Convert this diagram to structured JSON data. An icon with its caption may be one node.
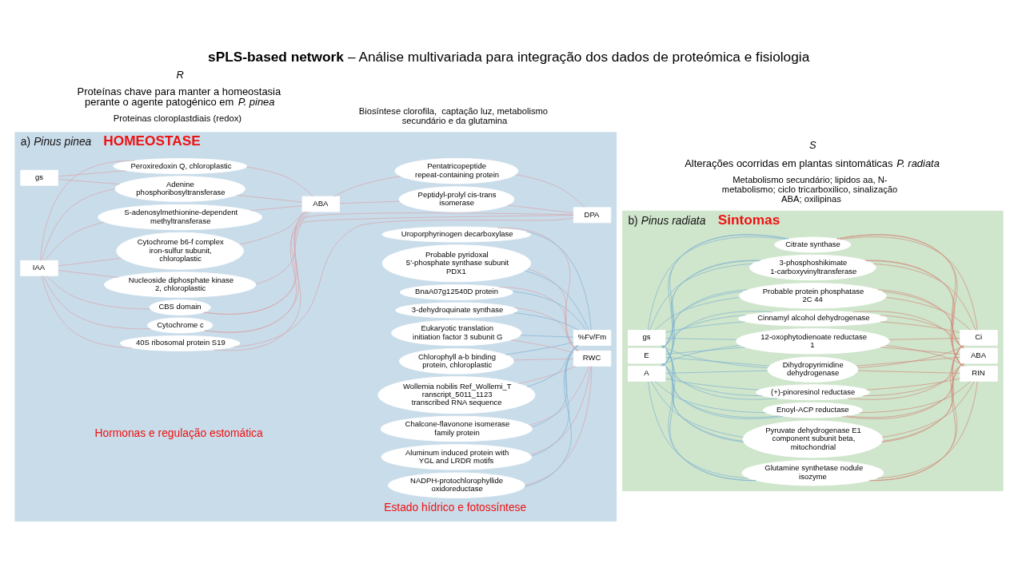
{
  "diagram": {
    "title": "**sPLS-based network** – Análise multivariada para integração dos dados de proteómica e fisiologia",
    "nodes": [
      {
        "text": [
          "a) *Pinus pinea*",
          "HOMEOSTASE"
        ]
      },
      {
        "text": [
          "IAA"
        ],
        "in": 0
      },
      {
        "text": [
          "gs"
        ],
        "in": 0
      },
      {
        "text": [
          "S-adenosylmethionine-dependent methyltransferase"
        ],
        "in": 0
      },
      {
        "text": [
          "Nucleoside diphosphate kinase 2, chloroplastic"
        ],
        "in": 0
      },
      {
        "text": [
          "Cytochrome b6-f complex iron-sulfur subunit, chloroplastic"
        ],
        "in": 0
      },
      {
        "text": [
          "40S ribosomal protein S19"
        ],
        "in": 0
      },
      {
        "text": [
          "Cytochrome c"
        ],
        "in": 0
      },
      {
        "text": [
          "CBS domain"
        ],
        "in": 0
      },
      {
        "text": [
          "Peroxiredoxin Q, chloroplastic"
        ],
        "in": 0
      },
      {
        "text": [
          "Adenine phosphoribosyltransferase"
        ],
        "in": 0
      },
      {
        "text": [
          "ABA"
        ],
        "in": 0
      },
      {
        "text": [
          "Pentatricopeptide repeat-containing protein"
        ],
        "in": 0
      },
      {
        "text": [
          "Peptidyl-prolyl cis-trans isomerase"
        ],
        "in": 0
      },
      {
        "text": [
          "DPA"
        ],
        "in": 0
      },
      {
        "text": [
          "Chlorophyll a-b binding protein, chloroplastic"
        ],
        "in": 0
      },
      {
        "text": [
          "Wollemia nobilis Ref_Wollemi_Transcript_5011_1123 transcribed RNA sequence"
        ],
        "in": 0
      },
      {
        "text": [
          "Chalcone-flavonone isomerase family protein"
        ],
        "in": 0
      },
      {
        "text": [
          "Aluminum induced protein with YGL and LRDR motifs"
        ],
        "in": 0
      },
      {
        "text": [
          "NADPH-protochlorophyllide oxidoreductase"
        ],
        "in": 0
      },
      {
        "text": [
          "Uroporphyrinogen decarboxylase"
        ],
        "in": 0
      },
      {
        "text": [
          "Probable pyridoxal 5'-phosphate synthase subunit PDX1"
        ],
        "in": 0
      },
      {
        "text": [
          "BnaA07g12540D protein"
        ],
        "in": 0
      },
      {
        "text": [
          "3-dehydroquinate synthase"
        ],
        "in": 0
      },
      {
        "text": [
          "Eukaryotic translation initiation factor 3 subunit G"
        ],
        "in": 0
      },
      {
        "text": [
          "RWC"
        ],
        "in": 0
      },
      {
        "text": [
          "%Fv/Fm"
        ],
        "in": 0
      },
      {
        "text": [
          "b) *Pinus radiata*",
          "Sintomas"
        ]
      },
      {
        "text": [
          "gs"
        ],
        "in": 27
      },
      {
        "text": [
          "E"
        ],
        "in": 27
      },
      {
        "text": [
          "A"
        ],
        "in": 27
      },
      {
        "text": [
          "12-oxophytodienoate reductase 1"
        ],
        "in": 27
      },
      {
        "text": [
          "Cinnamyl alcohol dehydrogenase"
        ],
        "in": 27
      },
      {
        "text": [
          "Probable protein phosphatase 2C 44"
        ],
        "in": 27
      },
      {
        "text": [
          "3-phosphoshikimate 1-carboxyvinyltransferase"
        ],
        "in": 27
      },
      {
        "text": [
          "Citrate synthase"
        ],
        "in": 27
      },
      {
        "text": [
          "Glutamine synthetase nodule isozyme"
        ],
        "in": 27
      },
      {
        "text": [
          "Pyruvate dehydrogenase E1 component subunit beta, mitochondrial"
        ],
        "in": 27
      },
      {
        "text": [
          "Enoyl-ACP reductase"
        ],
        "in": 27
      },
      {
        "text": [
          "(+)-pinoresinol reductase"
        ],
        "in": 27
      },
      {
        "text": [
          "Dihydropyrimidine dehydrogenase"
        ],
        "in": 27
      },
      {
        "text": [
          "RIN"
        ],
        "in": 27
      },
      {
        "text": [
          "ABA"
        ],
        "in": 27
      },
      {
        "text": [
          "Ci"
        ],
        "in": 27
      }
    ],
    "edges": [
      {
        "from": 1,
        "to": 3,
        "arrow": "none",
        "color": "#d9a3a8"
      },
      {
        "from": 1,
        "to": 4,
        "arrow": "none",
        "color": "#d9a3a8"
      },
      {
        "from": 1,
        "to": 5,
        "arrow": "none",
        "color": "#d9a3a8"
      },
      {
        "from": 1,
        "to": 6,
        "arrow": "none",
        "color": "#d9a3a8"
      },
      {
        "from": 1,
        "to": 7,
        "arrow": "none",
        "color": "#d9a3a8"
      },
      {
        "from": 1,
        "to": 8,
        "arrow": "none",
        "color": "#d9a3a8"
      },
      {
        "from": 1,
        "to": 9,
        "arrow": "none",
        "color": "#d9a3a8"
      },
      {
        "from": 1,
        "to": 10,
        "arrow": "none",
        "color": "#d9a3a8"
      },
      {
        "from": 2,
        "to": 9,
        "arrow": "none",
        "color": "#d9a3a8"
      },
      {
        "from": 2,
        "to": 10,
        "arrow": "none",
        "color": "#d9a3a8"
      },
      {
        "from": 3,
        "to": 11,
        "arrow": "none",
        "color": "#d9a3a8"
      },
      {
        "from": 4,
        "to": 11,
        "arrow": "none",
        "color": "#d9a3a8"
      },
      {
        "from": 5,
        "to": 11,
        "arrow": "none",
        "color": "#d9a3a8"
      },
      {
        "from": 6,
        "to": 11,
        "arrow": "none",
        "color": "#d9a3a8"
      },
      {
        "from": 7,
        "to": 11,
        "arrow": "none",
        "color": "#d9a3a8"
      },
      {
        "from": 8,
        "to": 11,
        "arrow": "none",
        "color": "#d9a3a8"
      },
      {
        "from": 9,
        "to": 11,
        "arrow": "none",
        "color": "#d9a3a8"
      },
      {
        "from": 10,
        "to": 11,
        "arrow": "none",
        "color": "#d9a3a8"
      },
      {
        "from": 6,
        "to": 14,
        "arrow": "none",
        "color": "#d9a3a8"
      },
      {
        "from": 7,
        "to": 14,
        "arrow": "none",
        "color": "#d9a3a8"
      },
      {
        "from": 8,
        "to": 14,
        "arrow": "none",
        "color": "#d9a3a8"
      },
      {
        "from": 11,
        "to": 12,
        "arrow": "none",
        "color": "#d9a3a8"
      },
      {
        "from": 11,
        "to": 13,
        "arrow": "none",
        "color": "#d9a3a8"
      },
      {
        "from": 12,
        "to": 14,
        "arrow": "none",
        "color": "#d9a3a8"
      },
      {
        "from": 13,
        "to": 14,
        "arrow": "none",
        "color": "#d9a3a8"
      },
      {
        "from": 15,
        "to": 25,
        "arrow": "none",
        "color": "#d9a3a8"
      },
      {
        "from": 15,
        "to": 26,
        "arrow": "none"
      },
      {
        "from": 16,
        "to": 25,
        "arrow": "none",
        "color": "#d9a3a8"
      },
      {
        "from": 16,
        "to": 26,
        "arrow": "none"
      },
      {
        "from": 17,
        "to": 25,
        "arrow": "none",
        "color": "#d9a3a8"
      },
      {
        "from": 17,
        "to": 26,
        "arrow": "none"
      },
      {
        "from": 18,
        "to": 25,
        "arrow": "none",
        "color": "#d9a3a8"
      },
      {
        "from": 18,
        "to": 26,
        "arrow": "none"
      },
      {
        "from": 19,
        "to": 25,
        "arrow": "none",
        "color": "#d9a3a8"
      },
      {
        "from": 19,
        "to": 26,
        "arrow": "none"
      },
      {
        "from": 20,
        "to": 25,
        "arrow": "none",
        "color": "#d9a3a8"
      },
      {
        "from": 20,
        "to": 26,
        "arrow": "none"
      },
      {
        "from": 21,
        "to": 25,
        "arrow": "none",
        "color": "#d9a3a8"
      },
      {
        "from": 21,
        "to": 26,
        "arrow": "none"
      },
      {
        "from": 22,
        "to": 25,
        "arrow": "none",
        "color": "#d9a3a8"
      },
      {
        "from": 22,
        "to": 26,
        "arrow": "none"
      },
      {
        "from": 23,
        "to": 25,
        "arrow": "none",
        "color": "#d9a3a8"
      },
      {
        "from": 23,
        "to": 26,
        "arrow": "none"
      },
      {
        "from": 24,
        "to": 25,
        "arrow": "none",
        "color": "#d9a3a8"
      },
      {
        "from": 24,
        "to": 26,
        "arrow": "none"
      },
      {
        "from": 28,
        "to": 31,
        "arrow": "none"
      },
      {
        "from": 28,
        "to": 32,
        "arrow": "none"
      },
      {
        "from": 28,
        "to": 33,
        "arrow": "none"
      },
      {
        "from": 28,
        "to": 34,
        "arrow": "none"
      },
      {
        "from": 28,
        "to": 35,
        "arrow": "none"
      },
      {
        "from": 28,
        "to": 36,
        "arrow": "none"
      },
      {
        "from": 28,
        "to": 37,
        "arrow": "none"
      },
      {
        "from": 28,
        "to": 38,
        "arrow": "none"
      },
      {
        "from": 28,
        "to": 39,
        "arrow": "none"
      },
      {
        "from": 28,
        "to": 40,
        "arrow": "none"
      },
      {
        "from": 29,
        "to": 31,
        "arrow": "none"
      },
      {
        "from": 29,
        "to": 32,
        "arrow": "none"
      },
      {
        "from": 29,
        "to": 33,
        "arrow": "none"
      },
      {
        "from": 29,
        "to": 34,
        "arrow": "none"
      },
      {
        "from": 29,
        "to": 35,
        "arrow": "none"
      },
      {
        "from": 29,
        "to": 36,
        "arrow": "none"
      },
      {
        "from": 29,
        "to": 37,
        "arrow": "none"
      },
      {
        "from": 29,
        "to": 38,
        "arrow": "none"
      },
      {
        "from": 29,
        "to": 39,
        "arrow": "none"
      },
      {
        "from": 29,
        "to": 40,
        "arrow": "none"
      },
      {
        "from": 30,
        "to": 31,
        "arrow": "none"
      },
      {
        "from": 30,
        "to": 32,
        "arrow": "none"
      },
      {
        "from": 30,
        "to": 33,
        "arrow": "none"
      },
      {
        "from": 30,
        "to": 34,
        "arrow": "none"
      },
      {
        "from": 30,
        "to": 35,
        "arrow": "none"
      },
      {
        "from": 30,
        "to": 36,
        "arrow": "none"
      },
      {
        "from": 30,
        "to": 37,
        "arrow": "none"
      },
      {
        "from": 30,
        "to": 38,
        "arrow": "none"
      },
      {
        "from": 30,
        "to": 39,
        "arrow": "none"
      },
      {
        "from": 30,
        "to": 40,
        "arrow": "none"
      },
      {
        "from": 31,
        "to": 41,
        "arrow": "none",
        "color": "#d08a7a"
      },
      {
        "from": 31,
        "to": 42,
        "arrow": "none",
        "color": "#d08a7a"
      },
      {
        "from": 31,
        "to": 43,
        "arrow": "none",
        "color": "#d08a7a"
      },
      {
        "from": 32,
        "to": 41,
        "arrow": "none",
        "color": "#d08a7a"
      },
      {
        "from": 32,
        "to": 42,
        "arrow": "none",
        "color": "#d08a7a"
      },
      {
        "from": 32,
        "to": 43,
        "arrow": "none",
        "color": "#d08a7a"
      },
      {
        "from": 33,
        "to": 41,
        "arrow": "none",
        "color": "#d08a7a"
      },
      {
        "from": 33,
        "to": 42,
        "arrow": "none",
        "color": "#d08a7a"
      },
      {
        "from": 33,
        "to": 43,
        "arrow": "none",
        "color": "#d08a7a"
      },
      {
        "from": 34,
        "to": 41,
        "arrow": "none",
        "color": "#d08a7a"
      },
      {
        "from": 34,
        "to": 42,
        "arrow": "none",
        "color": "#d08a7a"
      },
      {
        "from": 34,
        "to": 43,
        "arrow": "none",
        "color": "#d08a7a"
      },
      {
        "from": 35,
        "to": 41,
        "arrow": "none",
        "color": "#d08a7a"
      },
      {
        "from": 35,
        "to": 42,
        "arrow": "none",
        "color": "#d08a7a"
      },
      {
        "from": 35,
        "to": 43,
        "arrow": "none",
        "color": "#d08a7a"
      },
      {
        "from": 36,
        "to": 41,
        "arrow": "none",
        "color": "#d08a7a"
      },
      {
        "from": 36,
        "to": 42,
        "arrow": "none",
        "color": "#d08a7a"
      },
      {
        "from": 36,
        "to": 43,
        "arrow": "none",
        "color": "#d08a7a"
      },
      {
        "from": 37,
        "to": 41,
        "arrow": "none",
        "color": "#d08a7a"
      },
      {
        "from": 37,
        "to": 42,
        "arrow": "none",
        "color": "#d08a7a"
      },
      {
        "from": 37,
        "to": 43,
        "arrow": "none",
        "color": "#d08a7a"
      },
      {
        "from": 38,
        "to": 41,
        "arrow": "none",
        "color": "#d08a7a"
      },
      {
        "from": 38,
        "to": 42,
        "arrow": "none",
        "color": "#d08a7a"
      },
      {
        "from": 38,
        "to": 43,
        "arrow": "none",
        "color": "#d08a7a"
      },
      {
        "from": 39,
        "to": 41,
        "arrow": "none",
        "color": "#d08a7a"
      },
      {
        "from": 39,
        "to": 42,
        "arrow": "none",
        "color": "#d08a7a"
      },
      {
        "from": 39,
        "to": 43,
        "arrow": "none",
        "color": "#d08a7a"
      },
      {
        "from": 40,
        "to": 41,
        "arrow": "none",
        "color": "#d08a7a"
      },
      {
        "from": 40,
        "to": 42,
        "arrow": "none",
        "color": "#d08a7a"
      },
      {
        "from": 40,
        "to": 43,
        "arrow": "none",
        "color": "#d08a7a"
      }
    ],
    "labels": [
      "Hormonas e regulação estomática",
      "Estado hídrico e fotossíntese",
      "Proteinas cloroplastdiais (redox)",
      "Biosíntese clorofila,  captação luz, metabolismo secundário e da glutamina",
      "Metabolismo secundário; lipidos aa, N- metabolismo; ciclo tricarboxilico, sinalização ABA; oxilipinas",
      "Proteínas chave para manter a homeostasia perante o agente patogénico em *P. pinea*",
      "*R*",
      "Alterações ocorridas em plantas sintomáticas *P. radiata*",
      "*S*"
    ]
  }
}
